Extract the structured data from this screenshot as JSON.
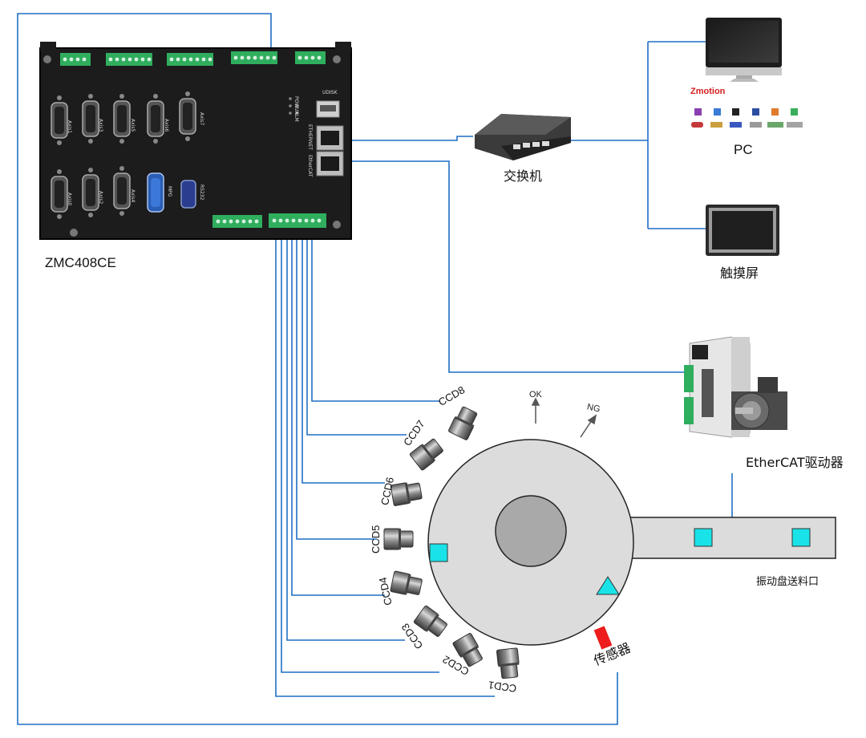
{
  "labels": {
    "controller": "ZMC408CE",
    "switch": "交换机",
    "pc": "PC",
    "touchscreen": "触摸屏",
    "drive": "EtherCAT驱动器",
    "feeder": "振动盘送料口",
    "sensor": "传感器",
    "ok": "OK",
    "ng": "NG",
    "brand": "Zmotion"
  },
  "cameras": [
    "CCD1",
    "CCD2",
    "CCD3",
    "CCD4",
    "CCD5",
    "CCD6",
    "CCD7",
    "CCD8"
  ],
  "controller_panel": {
    "axes_top": [
      "Axis1",
      "Axis3",
      "Axis5",
      "Axis6",
      "Axis7"
    ],
    "axes_bottom": [
      "Axis0",
      "Axis2",
      "Axis4",
      "MPG",
      "RS232"
    ],
    "ports": [
      "ETHERNET",
      "EtherCAT"
    ],
    "udisk": "UDISK",
    "leds": [
      "POW",
      "RUN",
      "ALM"
    ]
  },
  "colors": {
    "wire": "#1f6fc5",
    "controller": "#1c1c1c",
    "terminal": "#2fae5e",
    "table": "#dcdcdc",
    "hub": "#a9a9a9",
    "part": "#19e3e8",
    "sensor": "#ee1c1c"
  }
}
